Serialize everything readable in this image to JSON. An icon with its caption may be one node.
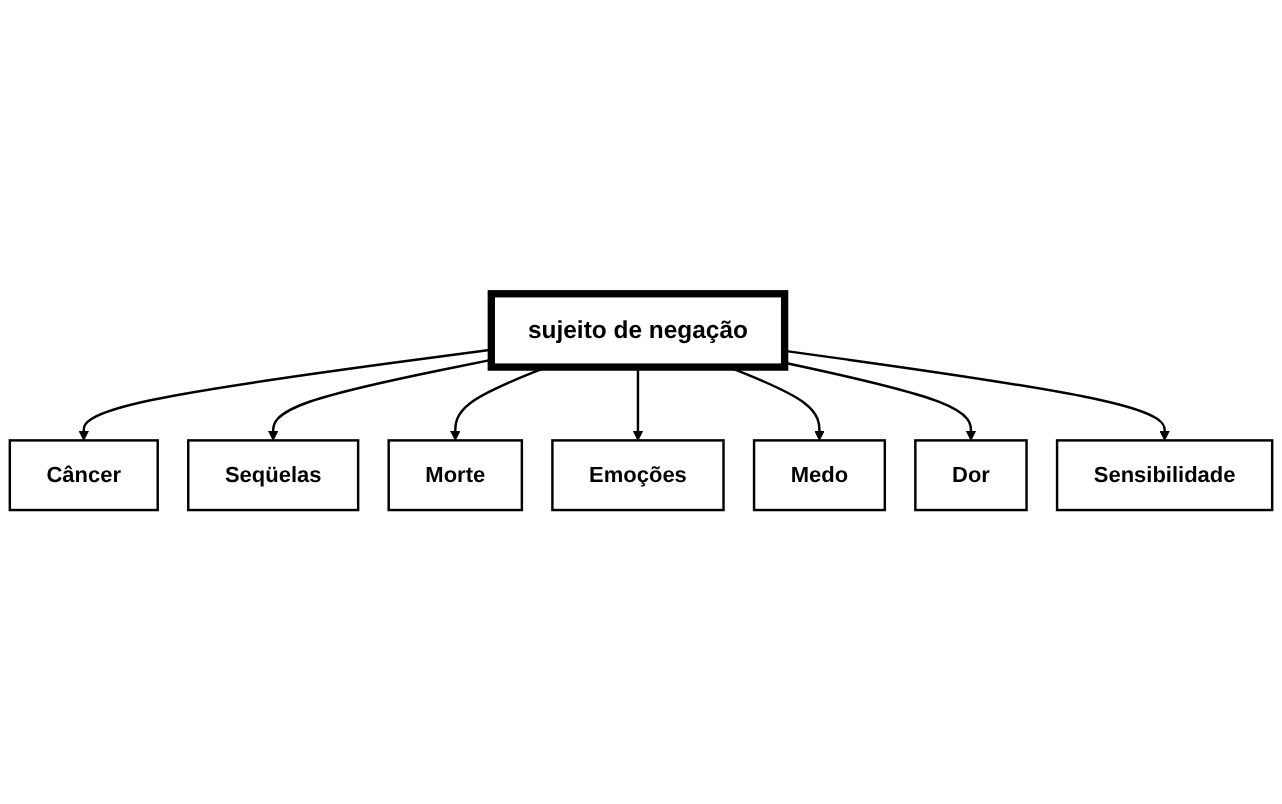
{
  "diagram": {
    "nodes": [
      {
        "text": [
          "Câncer"
        ]
      },
      {
        "text": [
          "Seqüelas"
        ]
      },
      {
        "text": [
          "Morte"
        ]
      },
      {
        "text": [
          "sujeito de negação"
        ]
      },
      {
        "text": [
          "Emoções"
        ]
      },
      {
        "text": [
          "Medo"
        ]
      },
      {
        "text": [
          "Dor"
        ]
      },
      {
        "text": [
          "Sensibilidade"
        ]
      }
    ],
    "edges": [
      {
        "from": 3,
        "to": 0,
        "arrow": "to"
      },
      {
        "from": 3,
        "to": 1,
        "arrow": "to"
      },
      {
        "from": 3,
        "to": 2,
        "arrow": "to"
      },
      {
        "from": 3,
        "to": 4,
        "arrow": "to"
      },
      {
        "from": 3,
        "to": 5,
        "arrow": "to"
      },
      {
        "from": 3,
        "to": 6,
        "arrow": "to"
      },
      {
        "from": 3,
        "to": 7,
        "arrow": "to"
      }
    ]
  }
}
